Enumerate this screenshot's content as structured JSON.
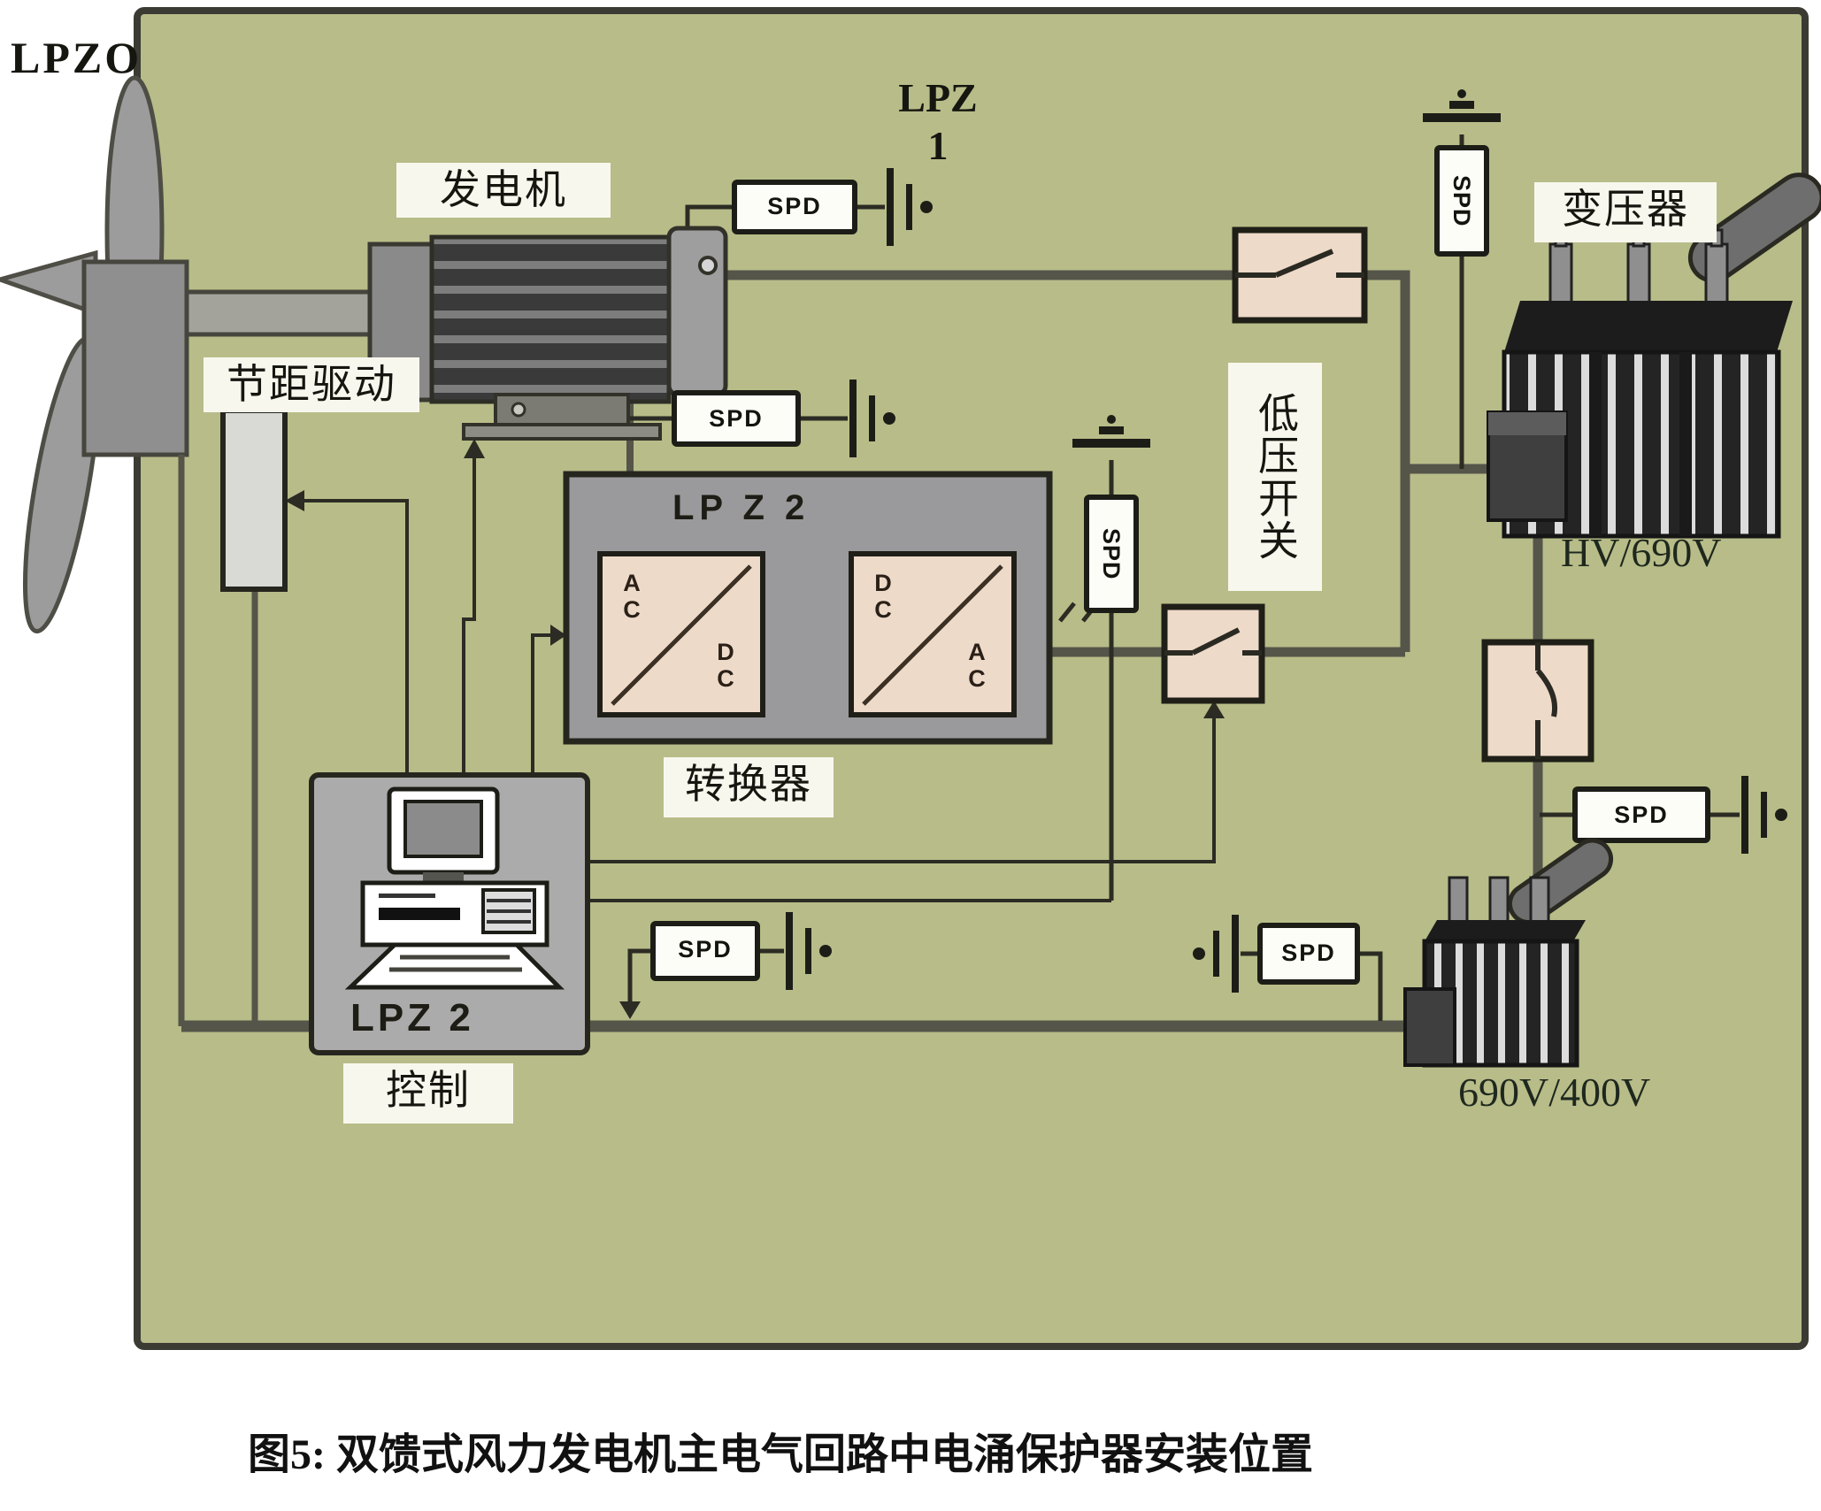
{
  "figure": {
    "caption": "图5: 双馈式风力发电机主电气回路中电涌保护器安装位置"
  },
  "zones": {
    "lpz0": "LPZO",
    "lpz1_top": "LPZ",
    "lpz1_num": "1",
    "converter_zone": "LP Z 2",
    "control_zone": "LPZ 2"
  },
  "labels": {
    "generator": "发电机",
    "pitch_drive": "节距驱动",
    "converter": "转换器",
    "lv_switch": "低压开关",
    "transformer": "变压器",
    "hv_ratio": "HV/690V",
    "lv_ratio": "690V/400V",
    "control": "控制"
  },
  "spd": {
    "label": "SPD"
  },
  "converter_blocks": {
    "acdc_in": "AC",
    "acdc_out": "DC",
    "dcac_in": "DC",
    "dcac_out": "AC"
  },
  "colors": {
    "panel_green": "#b8bc88",
    "switch_pink": "#eedac9",
    "converter_gray": "#9a9a9c",
    "control_gray": "#ababab",
    "label_bg": "#f8f7ee",
    "wire": "#55554a",
    "dark_text": "#161610"
  }
}
